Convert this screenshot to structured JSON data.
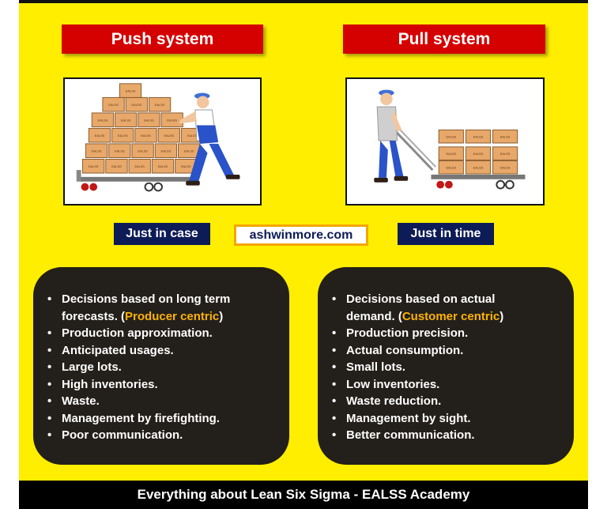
{
  "push": {
    "title": "Push system",
    "tag": "Just in case",
    "box_label": "EALSS",
    "items_line1": [
      {
        "pre": "Decisions based on long term",
        "hl": "",
        "post": ""
      },
      {
        "pre": "forecasts. (",
        "hl": "Producer centric",
        "post": ")"
      }
    ],
    "items": [
      "Production approximation.",
      "Anticipated usages.",
      "Large lots.",
      "High inventories.",
      "Waste.",
      "Management by firefighting.",
      "Poor communication."
    ]
  },
  "pull": {
    "title": "Pull system",
    "tag": "Just in time",
    "box_label": "EALSS",
    "items_line1": [
      {
        "pre": "Decisions based on actual",
        "hl": "",
        "post": ""
      },
      {
        "pre": "demand. (",
        "hl": "Customer centric",
        "post": ")"
      }
    ],
    "items": [
      "Production precision.",
      "Actual consumption.",
      "Small lots.",
      "Low inventories.",
      "Waste reduction.",
      "Management by sight.",
      "Better communication."
    ]
  },
  "site": "ashwinmore.com",
  "footer": "Everything about Lean Six Sigma - EALSS Academy",
  "colors": {
    "background": "#ffee00",
    "title_red": "#d50000",
    "tag_navy": "#0d1b57",
    "card_dark": "#231f1a",
    "highlight": "#ffb300",
    "site_border": "#f5a600"
  },
  "icons": {
    "bullet": "•"
  }
}
